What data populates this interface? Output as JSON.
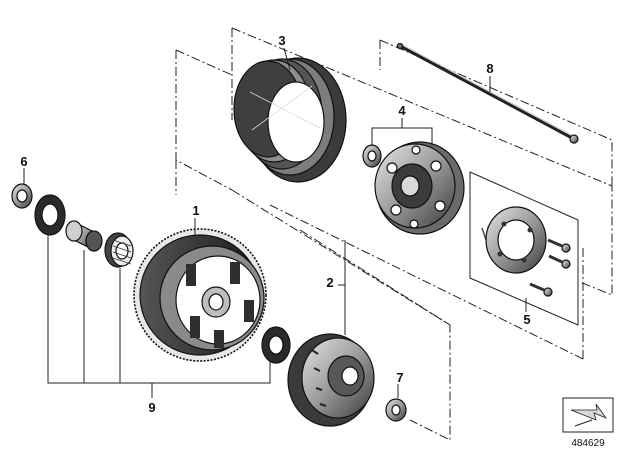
{
  "diagram": {
    "reference_number": "484629",
    "callouts": {
      "c1": "1",
      "c2": "2",
      "c3": "3",
      "c4": "4",
      "c5": "5",
      "c6": "6",
      "c7": "7",
      "c8": "8",
      "c9": "9"
    }
  }
}
